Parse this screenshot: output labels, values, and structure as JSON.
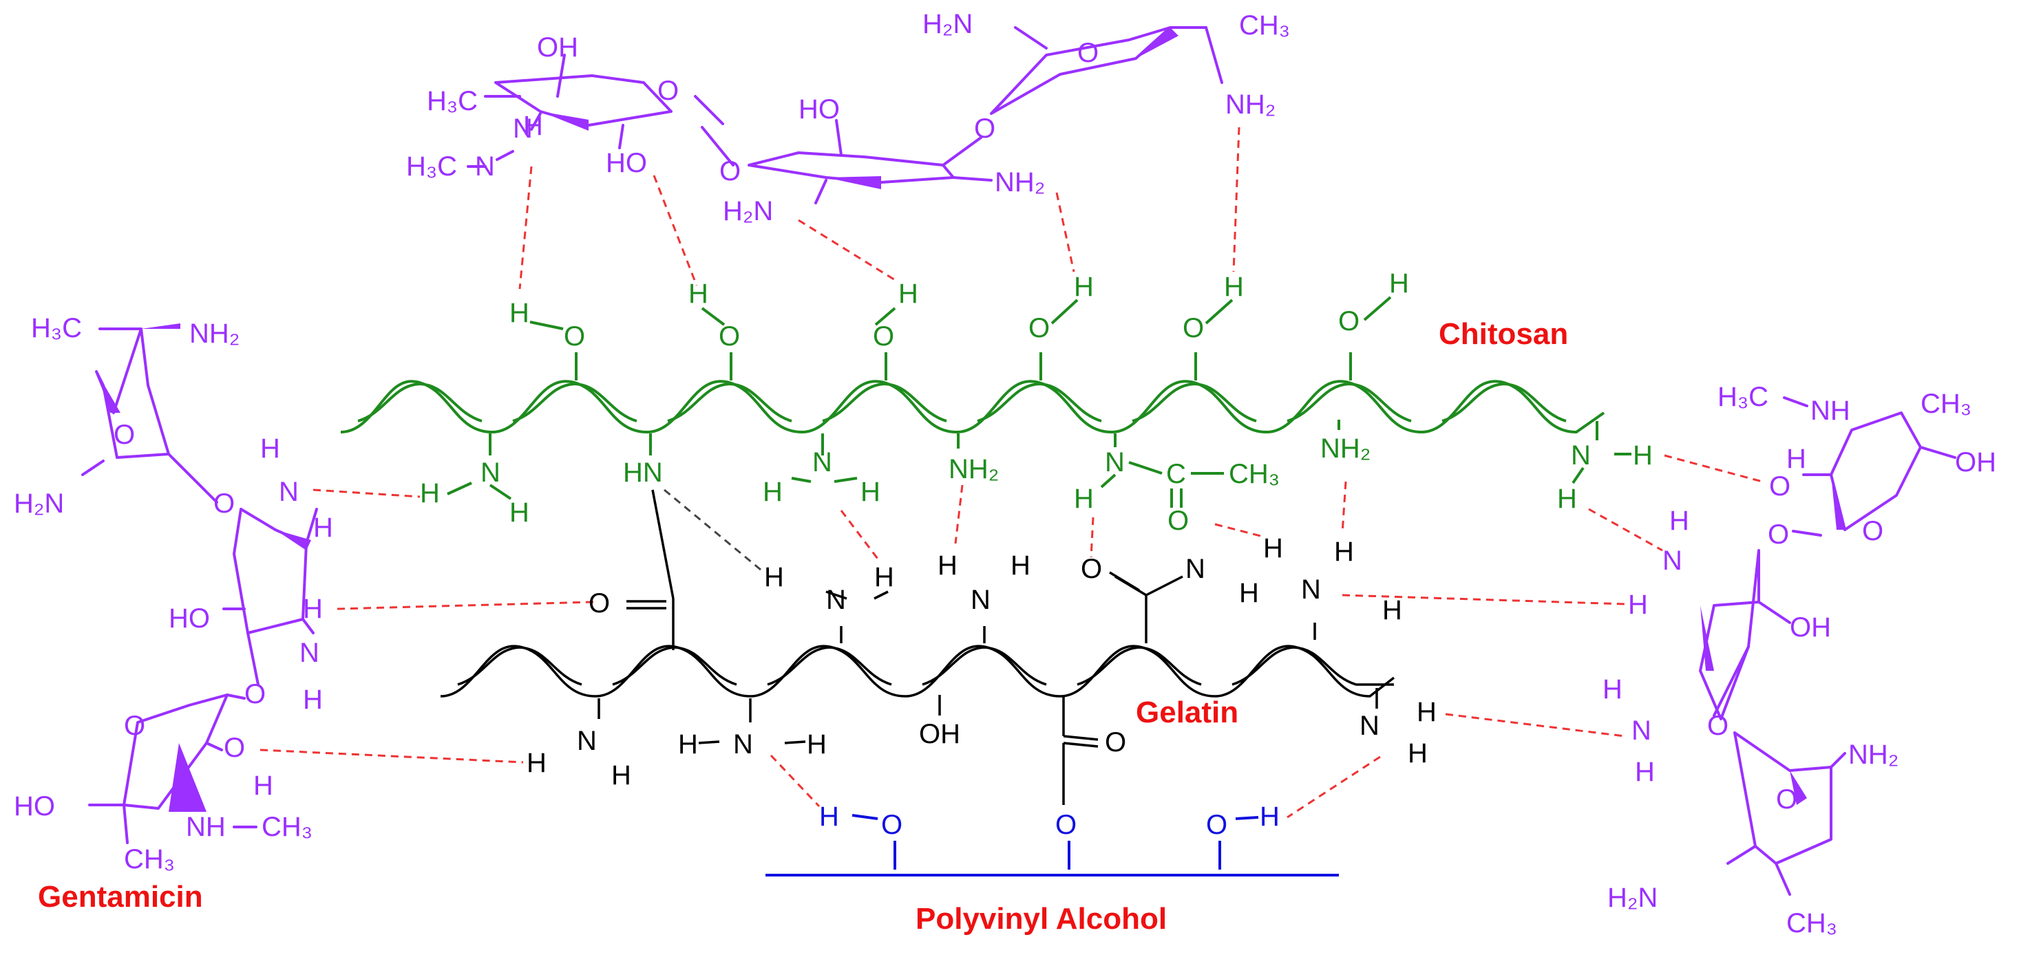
{
  "colors": {
    "gentamicin": "#9b30ff",
    "chitosan": "#1e8b1e",
    "gelatin": "#000000",
    "pva": "#1010e0",
    "title": "#ee1111",
    "hbond": "#ee3333"
  },
  "titles": {
    "chitosan": "Chitosan",
    "gelatin": "Gelatin",
    "gentamicin": "Gentamicin",
    "pva": "Polyvinyl Alcohol"
  },
  "atoms": {
    "H": "H",
    "O": "O",
    "N": "N",
    "NH": "NH",
    "HN": "HN",
    "OH": "OH",
    "HO": "HO",
    "NH2": "NH₂",
    "H2N": "H₂N",
    "CH3": "CH₃",
    "H3C": "H₃C",
    "C": "C"
  }
}
